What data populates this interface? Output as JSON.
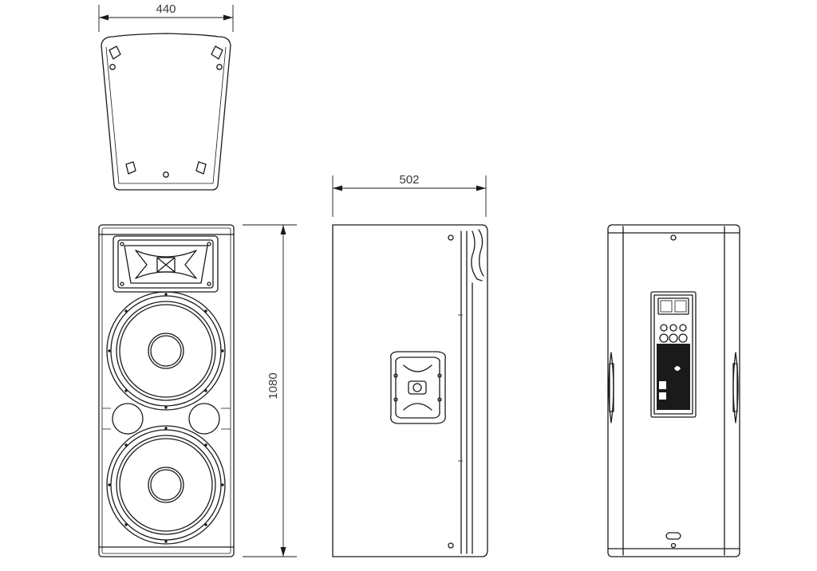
{
  "dimensions": {
    "top_width": "440",
    "side_depth": "502",
    "height": "1080"
  }
}
